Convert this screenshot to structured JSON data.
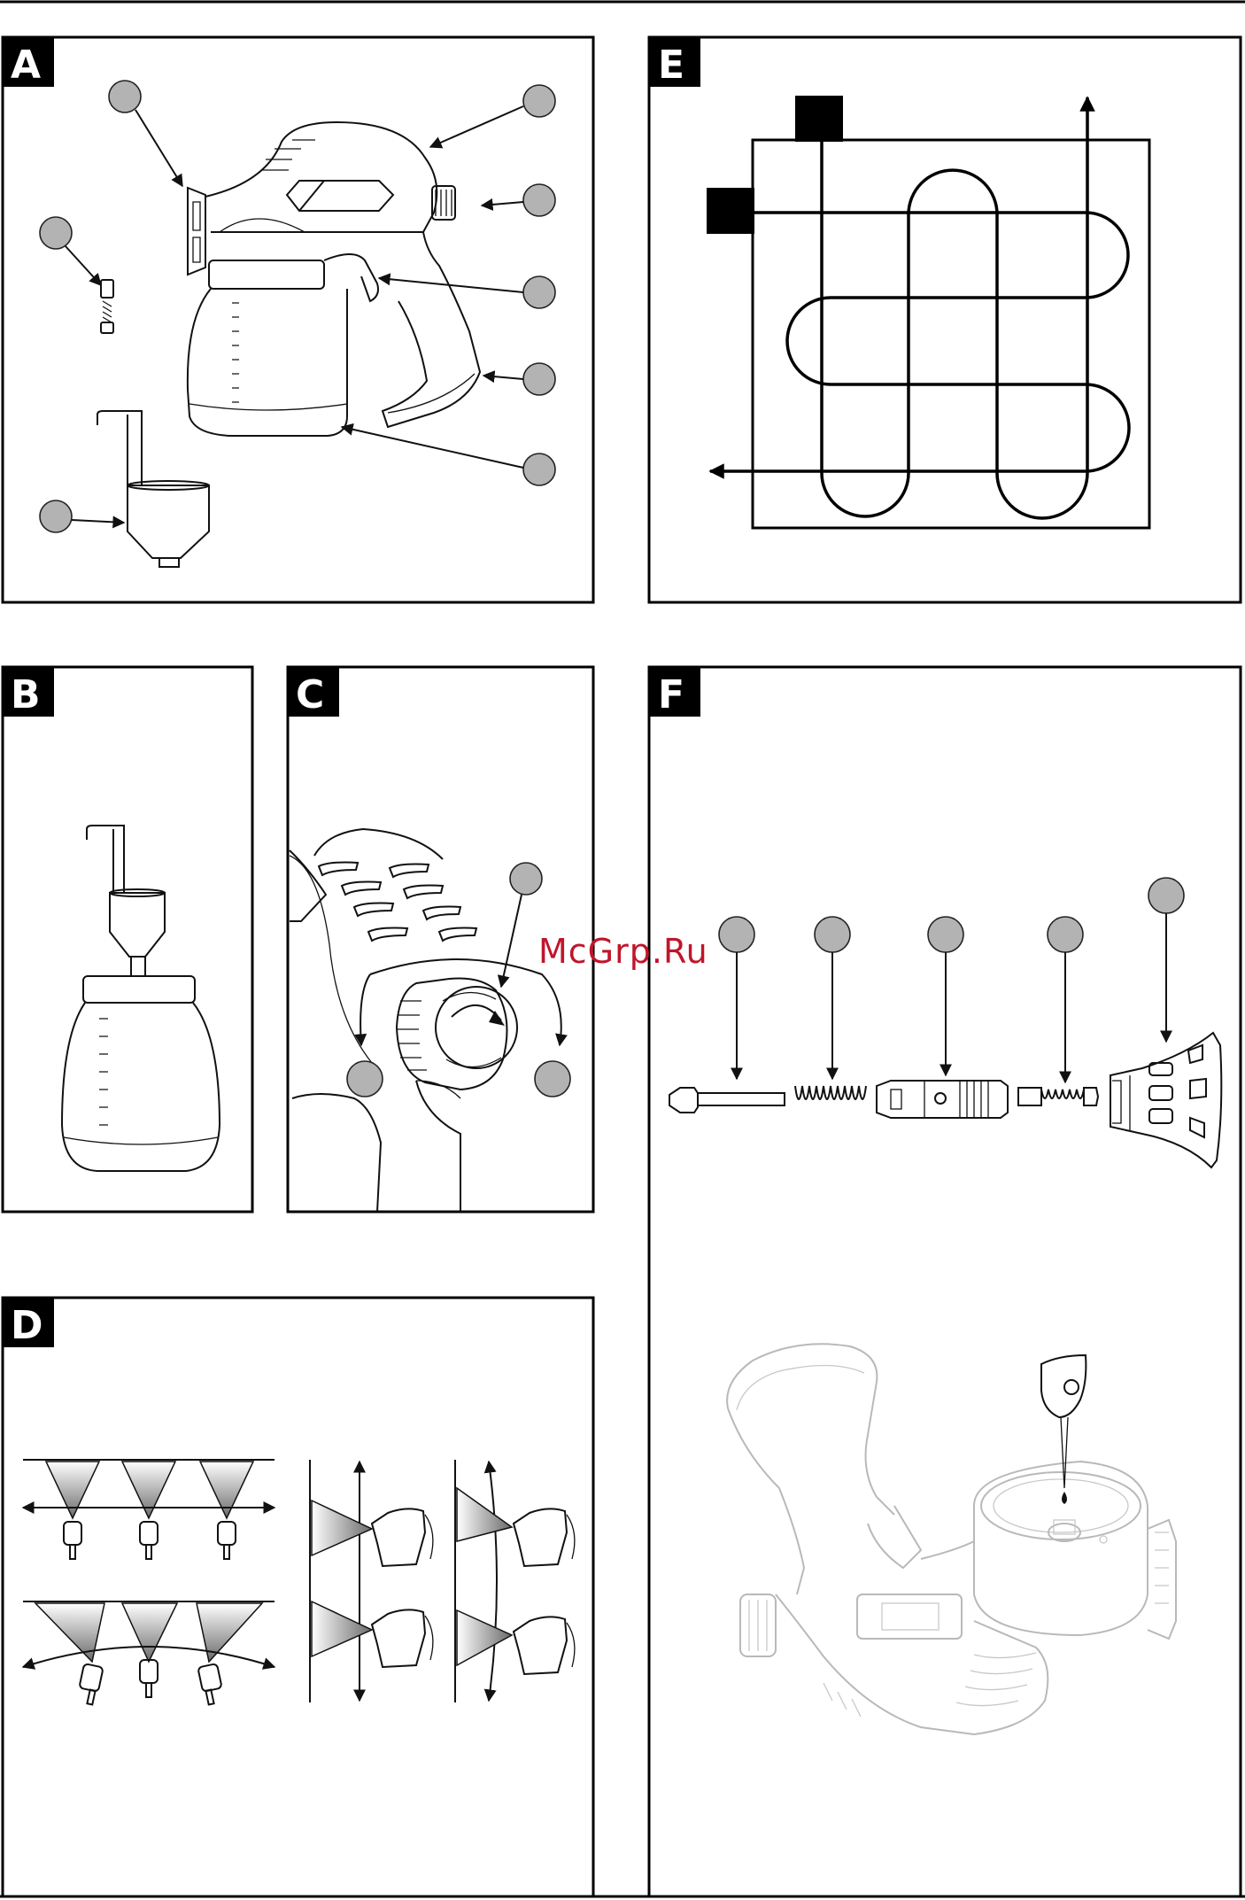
{
  "panels": {
    "a": {
      "letter": "A"
    },
    "b": {
      "letter": "B"
    },
    "c": {
      "letter": "C"
    },
    "d": {
      "letter": "D"
    },
    "e": {
      "letter": "E"
    },
    "f": {
      "letter": "F"
    }
  },
  "watermark": {
    "text": "McGrp.Ru",
    "color": "#c0152b"
  },
  "colors": {
    "callout_fill": "#b3b3b3",
    "line": "#111111",
    "ghost": "#b9b9b9"
  },
  "icons": {
    "callout": "grey-circle-callout",
    "paint-sprayer": "paint-sprayer-icon",
    "nozzle": "nozzle-icon",
    "viscosity-cup": "viscosity-cup-icon"
  }
}
